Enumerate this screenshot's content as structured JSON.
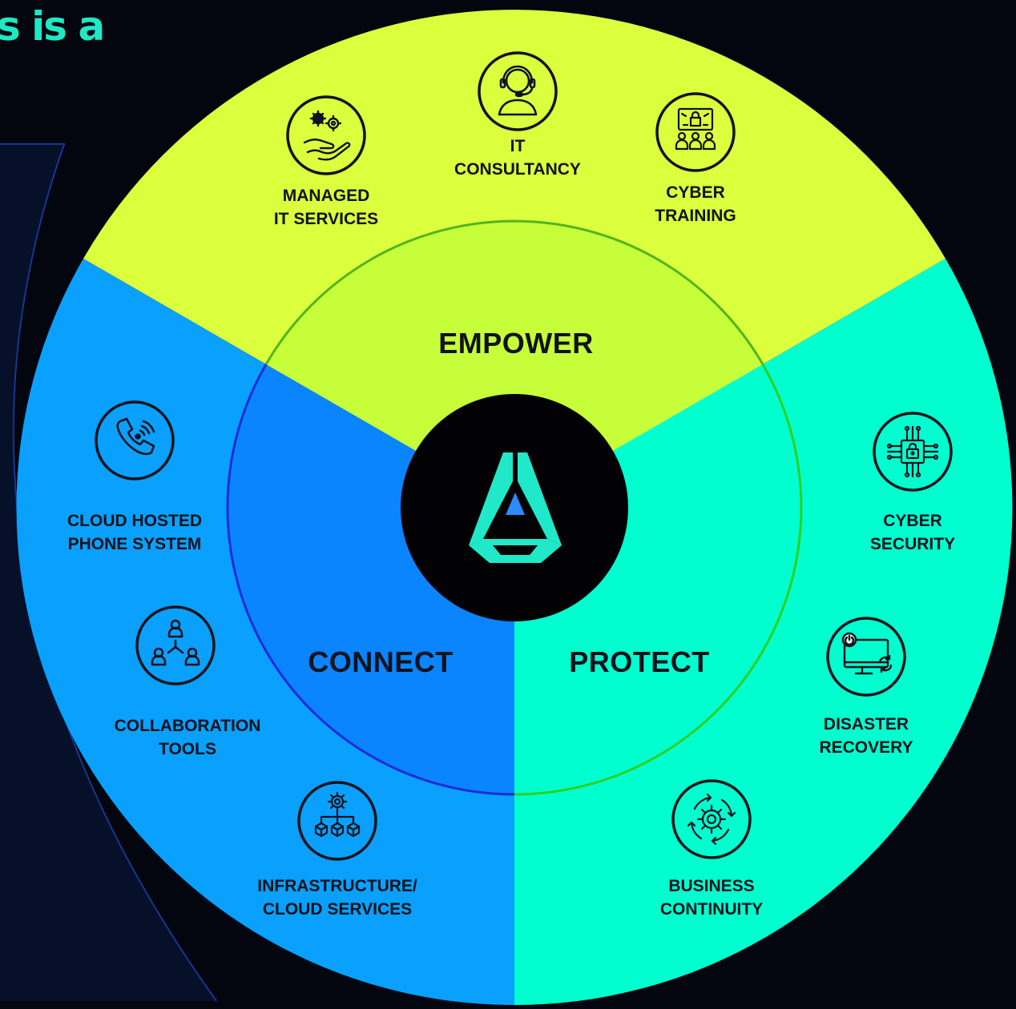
{
  "headline": "s is a",
  "center_logo": {
    "icon": "ahead-a-logo-icon"
  },
  "colors": {
    "background": "#03060f",
    "headline": "#1ee9c4",
    "empower_outer": "#dbff3d",
    "empower_inner": "#c6ff3a",
    "connect_outer": "#0aa0fd",
    "connect_inner": "#0a85fd",
    "protect": "#00ffcf",
    "center": "#020205"
  },
  "segments": {
    "empower": {
      "title": "EMPOWER"
    },
    "connect": {
      "title": "CONNECT"
    },
    "protect": {
      "title": "PROTECT"
    }
  },
  "services": {
    "managed_it": {
      "label": "MANAGED\nIT SERVICES",
      "icon": "hand-gears-icon"
    },
    "it_consultancy": {
      "label": "IT\nCONSULTANCY",
      "icon": "headset-person-icon"
    },
    "cyber_training": {
      "label": "CYBER\nTRAINING",
      "icon": "classroom-lock-icon"
    },
    "cloud_phone": {
      "label": "CLOUD HOSTED\nPHONE SYSTEM",
      "icon": "phone-call-icon"
    },
    "collaboration": {
      "label": "COLLABORATION\nTOOLS",
      "icon": "people-network-icon"
    },
    "infrastructure": {
      "label": "INFRASTRUCTURE/\nCLOUD SERVICES",
      "icon": "gear-hierarchy-icon"
    },
    "cyber_security": {
      "label": "CYBER\nSECURITY",
      "icon": "circuit-lock-icon"
    },
    "disaster_recovery": {
      "label": "DISASTER\nRECOVERY",
      "icon": "monitor-restore-icon"
    },
    "business_continuity": {
      "label": "BUSINESS\nCONTINUITY",
      "icon": "gear-cycle-icon"
    }
  }
}
